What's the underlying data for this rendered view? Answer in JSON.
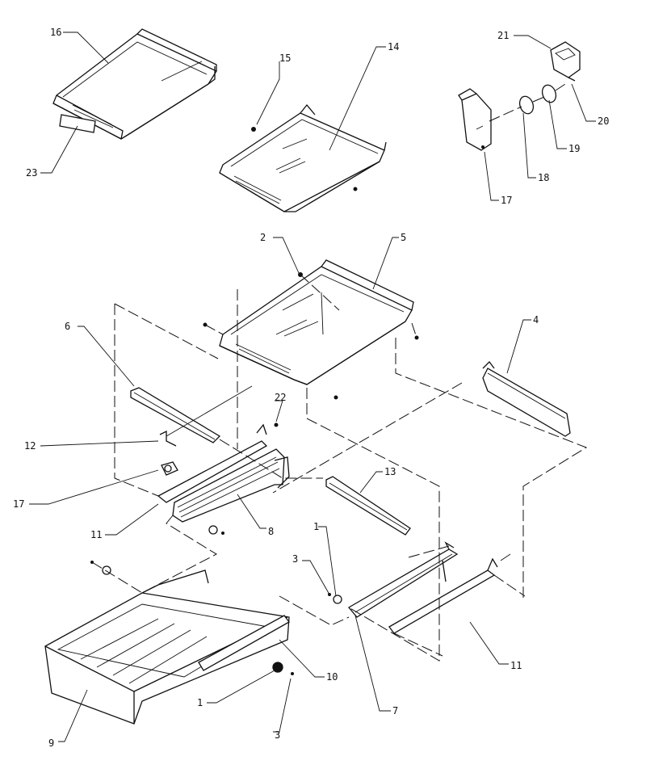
{
  "diagram": {
    "labels": {
      "p16": "16",
      "p23": "23",
      "p15": "15",
      "p14": "14",
      "p21": "21",
      "p20": "20",
      "p19": "19",
      "p18": "18",
      "p17a": "17",
      "p2": "2",
      "p5": "5",
      "p6": "6",
      "p4": "4",
      "p22": "22",
      "p12": "12",
      "p17b": "17",
      "p13": "13",
      "p11a": "11",
      "p8": "8",
      "p1a": "1",
      "p3a": "3",
      "p10": "10",
      "p7": "7",
      "p11b": "11",
      "p1b": "1",
      "p3b": "3",
      "p9": "9"
    }
  }
}
